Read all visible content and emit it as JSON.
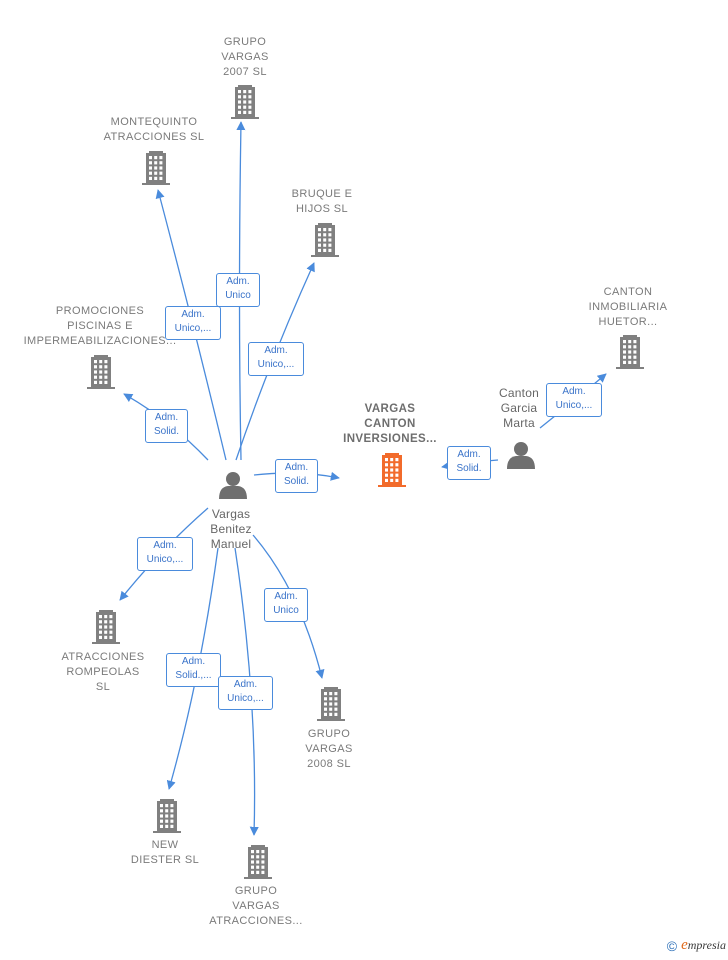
{
  "colors": {
    "edge": "#4a8bdc",
    "company_icon": "#808080",
    "focus_icon": "#f26b2b",
    "person_icon": "#6f6f6f"
  },
  "nodes": [
    {
      "id": "vargas_benitez",
      "type": "person",
      "lines": [
        "Vargas",
        "Benitez",
        "Manuel"
      ]
    },
    {
      "id": "canton_garcia",
      "type": "person",
      "lines": [
        "Canton",
        "Garcia",
        "Marta"
      ]
    },
    {
      "id": "vargas_canton",
      "type": "focus",
      "lines": [
        "VARGAS",
        "CANTON",
        "INVERSIONES..."
      ]
    },
    {
      "id": "grupo_vargas_2007",
      "type": "company",
      "lines": [
        "GRUPO",
        "VARGAS",
        "2007 SL"
      ]
    },
    {
      "id": "montequinto",
      "type": "company",
      "lines": [
        "MONTEQUINTO",
        "ATRACCIONES SL"
      ]
    },
    {
      "id": "bruque",
      "type": "company",
      "lines": [
        "BRUQUE E",
        "HIJOS SL"
      ]
    },
    {
      "id": "promociones",
      "type": "company",
      "lines": [
        "PROMOCIONES",
        "PISCINAS E",
        "IMPERMEABILIZACIONES..."
      ]
    },
    {
      "id": "canton_inmobiliaria",
      "type": "company",
      "lines": [
        "CANTON",
        "INMOBILIARIA",
        "HUETOR..."
      ]
    },
    {
      "id": "rompeolas",
      "type": "company",
      "lines": [
        "ATRACCIONES",
        "ROMPEOLAS",
        "SL"
      ]
    },
    {
      "id": "grupo_vargas_2008",
      "type": "company",
      "lines": [
        "GRUPO",
        "VARGAS",
        "2008 SL"
      ]
    },
    {
      "id": "new_diester",
      "type": "company",
      "lines": [
        "NEW",
        "DIESTER  SL"
      ]
    },
    {
      "id": "grupo_vargas_atracciones",
      "type": "company",
      "lines": [
        "GRUPO",
        "VARGAS",
        "ATRACCIONES..."
      ]
    }
  ],
  "edges": [
    {
      "from": "vargas_benitez",
      "to": "grupo_vargas_2007",
      "lines": [
        "Adm.",
        "Unico"
      ]
    },
    {
      "from": "vargas_benitez",
      "to": "montequinto",
      "lines": [
        "Adm.",
        "Unico,..."
      ]
    },
    {
      "from": "vargas_benitez",
      "to": "bruque",
      "lines": [
        "Adm.",
        "Unico,..."
      ]
    },
    {
      "from": "vargas_benitez",
      "to": "promociones",
      "lines": [
        "Adm.",
        "Solid."
      ]
    },
    {
      "from": "vargas_benitez",
      "to": "vargas_canton",
      "lines": [
        "Adm.",
        "Solid."
      ]
    },
    {
      "from": "canton_garcia",
      "to": "vargas_canton",
      "lines": [
        "Adm.",
        "Solid."
      ]
    },
    {
      "from": "canton_garcia",
      "to": "canton_inmobiliaria",
      "lines": [
        "Adm.",
        "Unico,..."
      ]
    },
    {
      "from": "vargas_benitez",
      "to": "rompeolas",
      "lines": [
        "Adm.",
        "Unico,..."
      ]
    },
    {
      "from": "vargas_benitez",
      "to": "grupo_vargas_2008",
      "lines": [
        "Adm.",
        "Unico"
      ]
    },
    {
      "from": "vargas_benitez",
      "to": "new_diester",
      "lines": [
        "Adm.",
        "Solid.,..."
      ]
    },
    {
      "from": "vargas_benitez",
      "to": "grupo_vargas_atracciones",
      "lines": [
        "Adm.",
        "Unico,..."
      ]
    }
  ],
  "footer": {
    "copyright": "©",
    "brand_initial": "e",
    "brand_rest": "mpresia"
  }
}
